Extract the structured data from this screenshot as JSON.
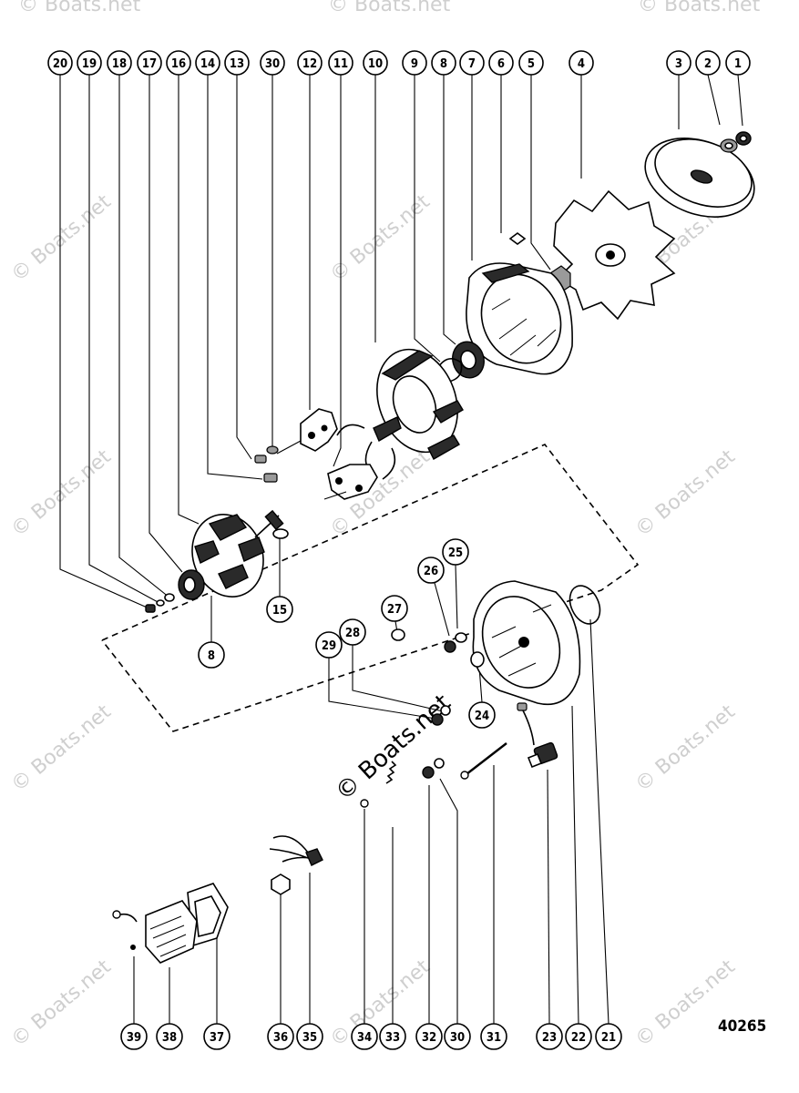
{
  "figure_number": "40265",
  "watermark_text": "© Boats.net",
  "callouts": {
    "c20": "20",
    "c19": "19",
    "c18": "18",
    "c17": "17",
    "c16": "16",
    "c14": "14",
    "c13": "13",
    "c30top": "30",
    "c12": "12",
    "c11": "11",
    "c10": "10",
    "c9": "9",
    "c8top": "8",
    "c7": "7",
    "c6": "6",
    "c5": "5",
    "c4": "4",
    "c3": "3",
    "c2": "2",
    "c1": "1",
    "c15": "15",
    "c8mid": "8",
    "c27": "27",
    "c26": "26",
    "c25": "25",
    "c28": "28",
    "c29": "29",
    "c24": "24",
    "c39": "39",
    "c38": "38",
    "c37": "37",
    "c36": "36",
    "c35": "35",
    "c34": "34",
    "c33": "33",
    "c32": "32",
    "c30bot": "30",
    "c31": "31",
    "c23": "23",
    "c22": "22",
    "c21": "21"
  }
}
